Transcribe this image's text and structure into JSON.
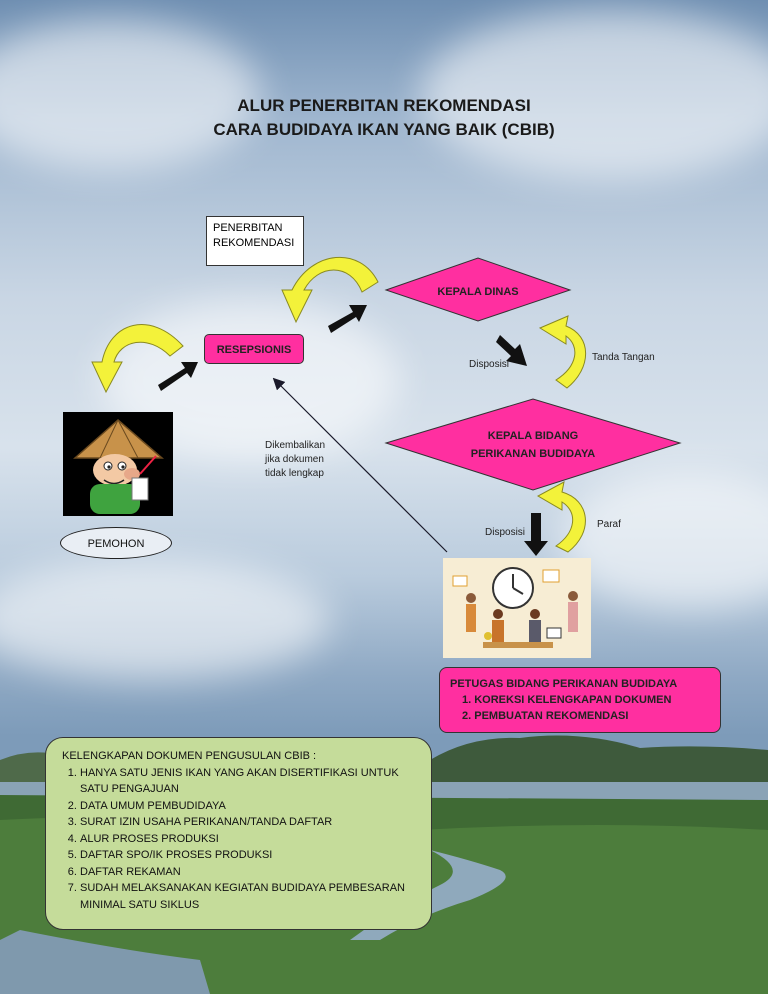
{
  "title": {
    "line1": "ALUR PENERBITAN REKOMENDASI",
    "line2": "CARA BUDIDAYA IKAN YANG BAIK (CBIB)"
  },
  "nodes": {
    "penerbitan_rekomendasi": "PENERBITAN REKOMENDASI",
    "kepala_dinas": "KEPALA DINAS",
    "resepsionis": "RESEPSIONIS",
    "kepala_bidang_line1": "KEPALA BIDANG",
    "kepala_bidang_line2": "PERIKANAN BUDIDAYA",
    "pemohon": "PEMOHON"
  },
  "labels": {
    "disposisi_1": "Disposisi",
    "tanda_tangan": "Tanda Tangan",
    "dikembalikan_line1": "Dikembalikan",
    "dikembalikan_line2": "jika dokumen",
    "dikembalikan_line3": "tidak lengkap",
    "disposisi_2": "Disposisi",
    "paraf": "Paraf"
  },
  "petugas": {
    "title": "PETUGAS BIDANG PERIKANAN BUDIDAYA",
    "items": [
      "1. KOREKSI KELENGKAPAN DOKUMEN",
      "2. PEMBUATAN REKOMENDASI"
    ]
  },
  "kelengkapan": {
    "title": "KELENGKAPAN DOKUMEN PENGUSULAN CBIB :",
    "items": [
      "HANYA SATU JENIS IKAN YANG AKAN DISERTIFIKASI UNTUK SATU PENGAJUAN",
      "DATA UMUM PEMBUDIDAYA",
      "SURAT IZIN USAHA PERIKANAN/TANDA DAFTAR",
      "ALUR PROSES PRODUKSI",
      "DAFTAR SPO/IK PROSES PRODUKSI",
      "DAFTAR REKAMAN",
      "SUDAH MELAKSANAKAN KEGIATAN BUDIDAYA PEMBESARAN MINIMAL SATU SIKLUS"
    ]
  },
  "colors": {
    "magenta": "#ff2fa0",
    "yellow_arrow": "#f3f23a",
    "green_box": "#c5dc9a"
  }
}
